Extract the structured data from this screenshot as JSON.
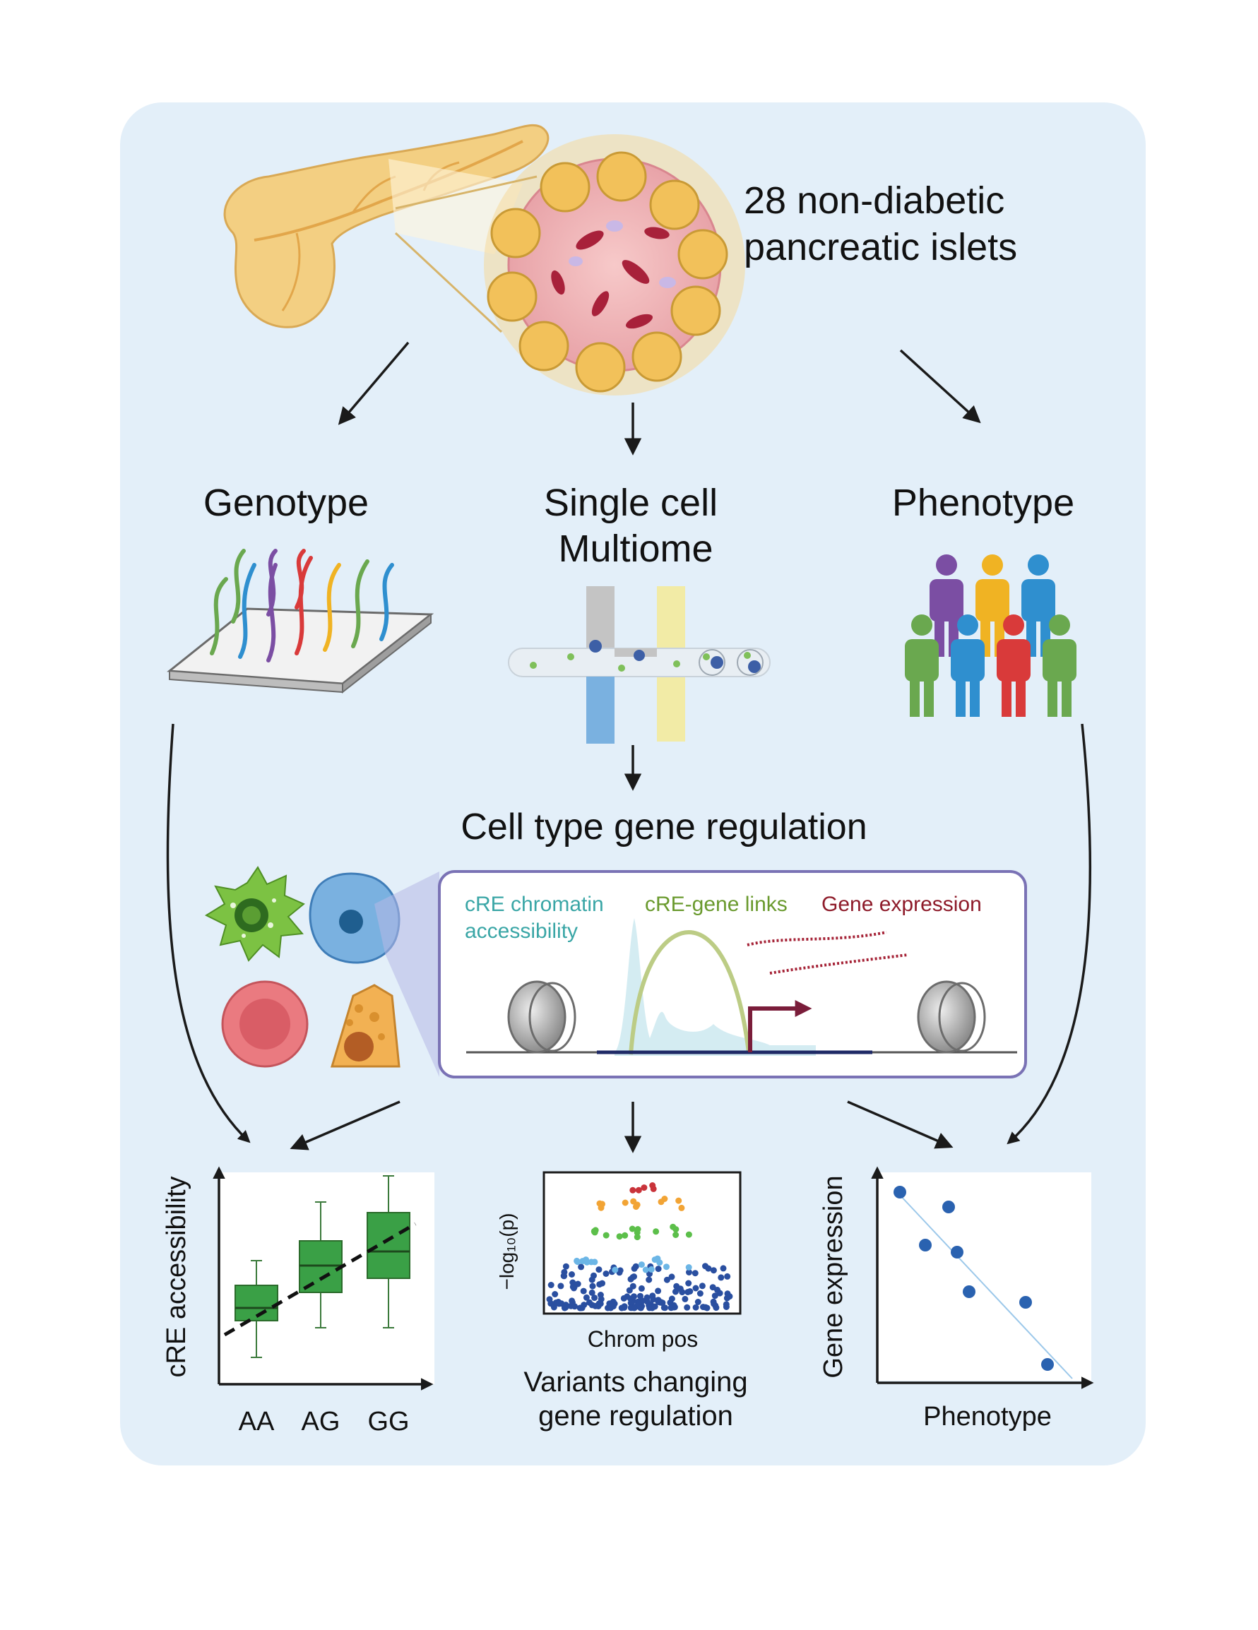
{
  "header": {
    "title_line1": "28 non-diabetic",
    "title_line2": "pancreatic islets"
  },
  "branches": {
    "genotype": "Genotype",
    "multiome_line1": "Single cell",
    "multiome_line2": "Multiome",
    "phenotype": "Phenotype"
  },
  "regulation": {
    "title": "Cell type gene regulation",
    "accessibility_line1": "cRE chromatin",
    "accessibility_line2": "accessibility",
    "links": "cRE-gene links",
    "expression": "Gene expression",
    "accessibility_color": "#3aa6a6",
    "links_color": "#6a9a2e",
    "expression_color": "#8e1b2a"
  },
  "panels": {
    "qtl": {
      "ylabel": "cRE accessibility",
      "genotypes": [
        "AA",
        "AG",
        "GG"
      ]
    },
    "manhattan": {
      "ylabel": "−log₁₀(p)",
      "xlabel": "Chrom pos",
      "caption_line1": "Variants changing",
      "caption_line2": "gene regulation"
    },
    "correlation": {
      "ylabel": "Gene expression",
      "xlabel": "Phenotype"
    }
  },
  "colors": {
    "background_panel": "#e3eff9",
    "box_green": "#3aa046",
    "dot_blue": "#2a62b0",
    "arrow": "#1a1a1a",
    "people": [
      "#7b4ea3",
      "#f0b323",
      "#2f8fcf",
      "#6aa84f",
      "#2f8fcf",
      "#d93a3a",
      "#6aa84f"
    ]
  }
}
